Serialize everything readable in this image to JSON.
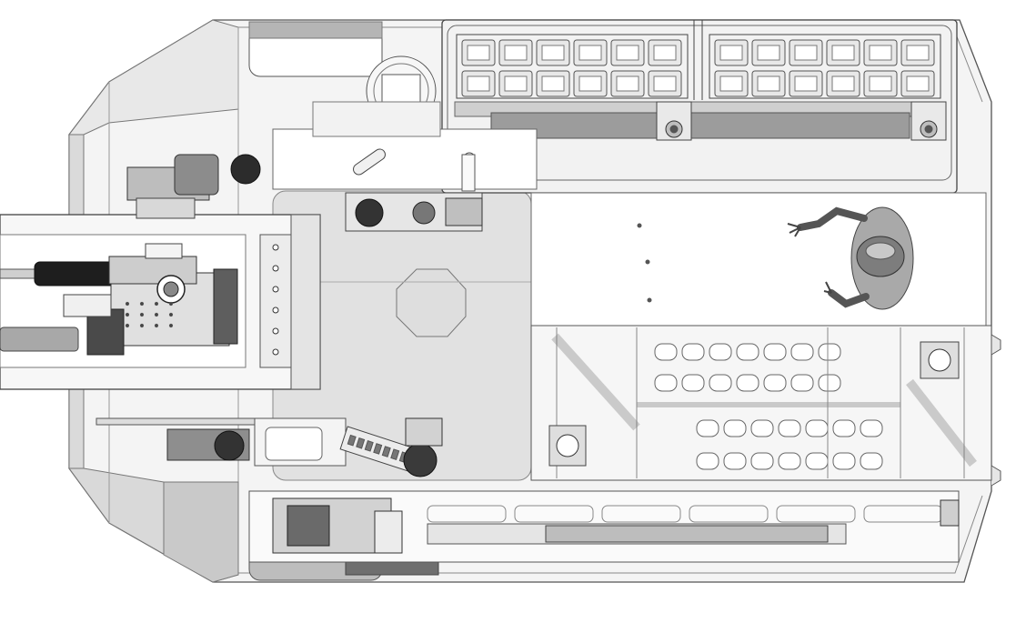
{
  "diagram": {
    "kind": "technical-drawing",
    "view": "top",
    "palette": {
      "background": "#ffffff",
      "line": "#555555",
      "light_line": "#9a9a9a",
      "fill_light": "#e6e6e6",
      "fill_mid": "#c4c4c4",
      "fill_dark": "#6c6c6c",
      "fill_black": "#1e1e1e"
    },
    "storage_modules": {
      "rows": 2,
      "columns_per_block": 6,
      "blocks": 2
    },
    "conveyor_rollers": {
      "rows": 2,
      "count_per_row": 7
    },
    "gripper_cylinders": 2,
    "mounting_bolts": 6
  }
}
